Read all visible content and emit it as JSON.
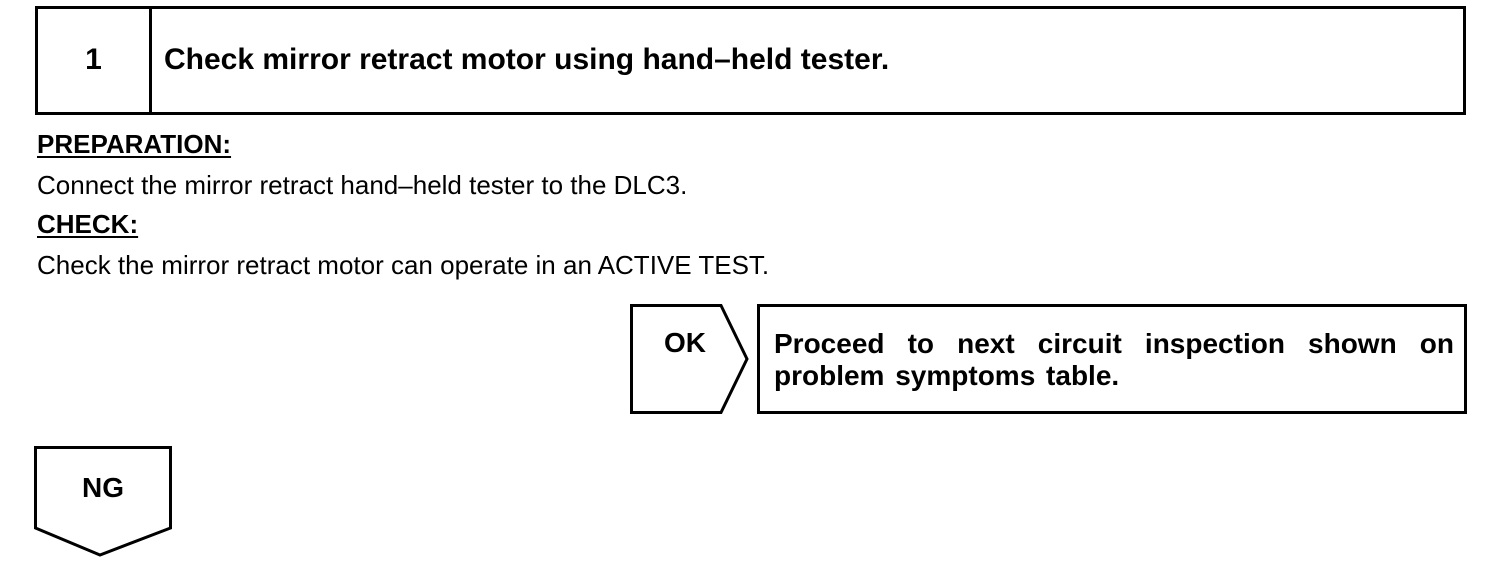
{
  "step": {
    "number": "1",
    "title": "Check mirror retract motor using hand–held tester."
  },
  "preparation": {
    "heading": "PREPARATION:",
    "text": "Connect the mirror retract hand–held tester to the DLC3."
  },
  "check": {
    "heading": "CHECK:",
    "text": "Check the mirror retract motor can operate in an ACTIVE TEST."
  },
  "ok_branch": {
    "label": "OK",
    "result": "Proceed to next circuit inspection shown on problem symptoms table."
  },
  "ng_branch": {
    "label": "NG"
  }
}
